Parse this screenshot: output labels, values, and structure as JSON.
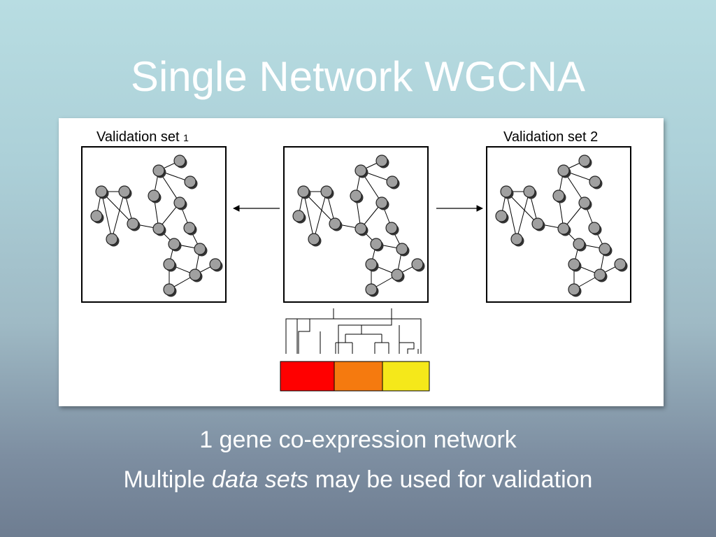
{
  "title": "Single Network WGCNA",
  "figure": {
    "label_left_main": "Validation set ",
    "label_left_num": "1",
    "label_right": "Validation set 2",
    "module_colors": [
      "#ff0000",
      "#f57a0f",
      "#f5e81a"
    ]
  },
  "captions": {
    "line1": "1 gene co-expression network",
    "line2_pre": "Multiple ",
    "line2_em": "data sets",
    "line2_post": " may be used for validation"
  }
}
